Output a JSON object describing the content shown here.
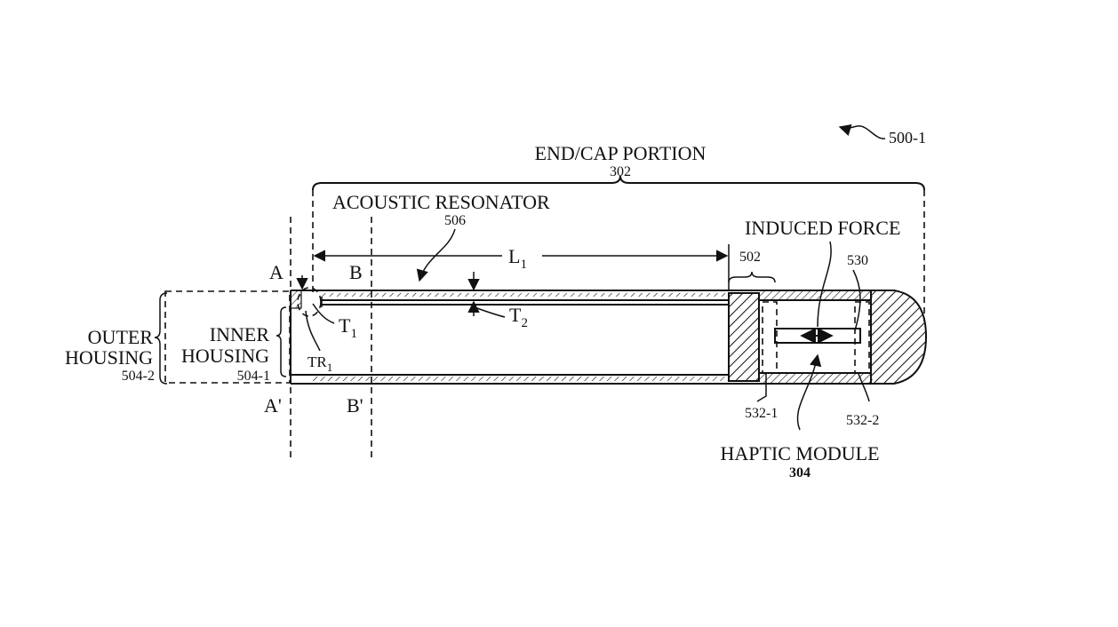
{
  "figure_ref": "500-1",
  "end_cap": {
    "label": "END/CAP PORTION",
    "number": "302"
  },
  "acoustic_resonator": {
    "label": "ACOUSTIC RESONATOR",
    "number": "506"
  },
  "length": {
    "label": "L",
    "subscript": "1"
  },
  "section_marks": {
    "a": "A",
    "a_prime": "A'",
    "b": "B",
    "b_prime": "B'"
  },
  "region_502": "502",
  "induced_force": {
    "label": "INDUCED FORCE",
    "number": "530"
  },
  "outer_housing": {
    "line1": "OUTER",
    "line2": "HOUSING",
    "number": "504-2"
  },
  "inner_housing": {
    "line1": "INNER",
    "line2": "HOUSING",
    "number": "504-1"
  },
  "thickness_1": {
    "label": "T",
    "subscript": "1"
  },
  "thickness_2": {
    "label": "T",
    "subscript": "2"
  },
  "transition": {
    "label": "TR",
    "subscript": "1"
  },
  "mount_1": "532-1",
  "mount_2": "532-2",
  "haptic_module": {
    "label": "HAPTIC MODULE",
    "number": "304"
  }
}
